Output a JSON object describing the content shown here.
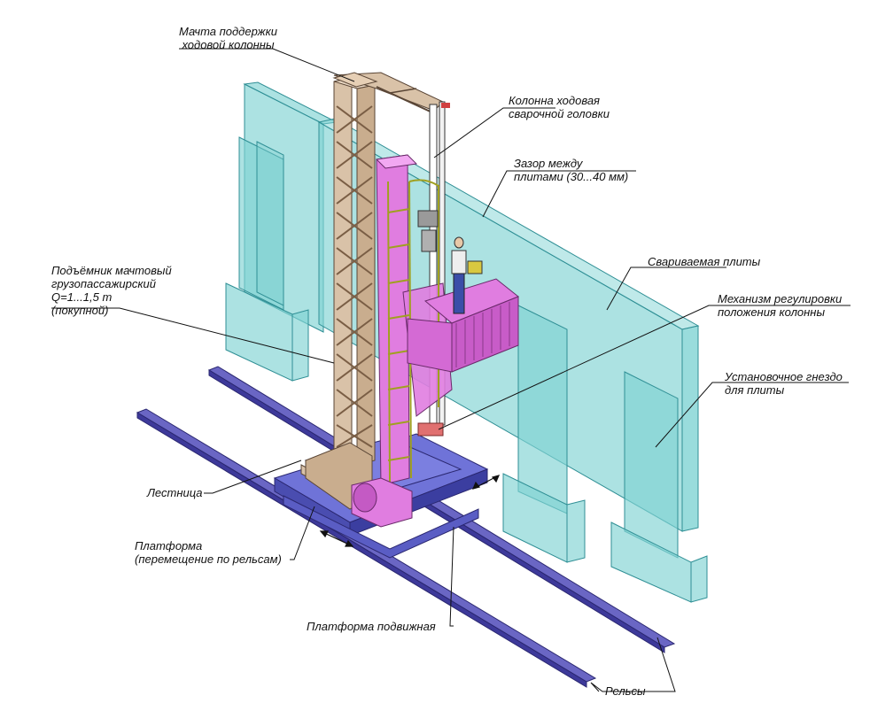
{
  "labels": {
    "mast_support": [
      "Мачта поддержки",
      "ходовой колонны"
    ],
    "column": [
      "Колонна ходовая",
      "сварочной головки"
    ],
    "gap": [
      "Зазор между",
      "плитами (30...40 мм)"
    ],
    "hoist": [
      "Подъёмник мачтовый",
      "грузопассажирский",
      "Q=1...1,5 т",
      "(покупной)"
    ],
    "welded_plates": [
      "Свариваемая плиты"
    ],
    "mechanism": [
      "Механизм регулировки",
      "положения колонны"
    ],
    "socket": [
      "Установочное гнездо",
      "для плиты"
    ],
    "ladder": [
      "Лестница"
    ],
    "platform": [
      "Платформа",
      "(перемещение по рельсам)"
    ],
    "movable_platform": [
      "Платформа подвижная"
    ],
    "rails": [
      "Рельсы"
    ]
  },
  "colors": {
    "plate": "#7fd3d3",
    "plate_stroke": "#2f8f95",
    "mast": "#d9c2a8",
    "mast_stroke": "#5a4636",
    "magenta": "#e07de0",
    "magenta_dark": "#a03aa0",
    "yellow": "#e8e23a",
    "rail": "#5a56b0",
    "rail_dark": "#2a2770",
    "platform_blue": "#6f73d8"
  }
}
